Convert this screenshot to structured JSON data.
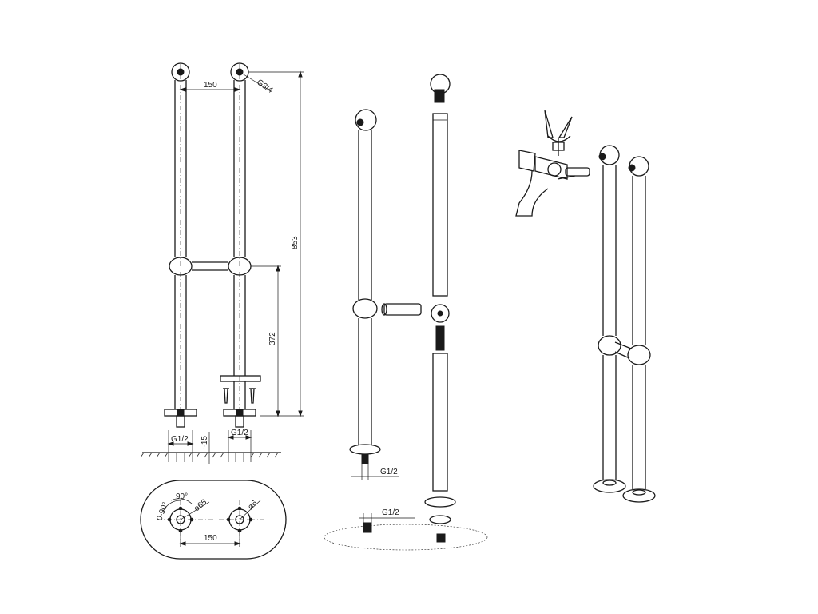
{
  "dimensions": {
    "pipe_spacing_top": "150",
    "thread_top": "G3/4",
    "total_height": "853",
    "mid_height": "372",
    "thread_left": "G1/2",
    "thread_right": "G1/2",
    "recess": "~15",
    "angle_0_90": "0-90°",
    "angle_90": "90°",
    "hole_dia": "ø65",
    "small_hole": "ø6",
    "plate_spacing": "150",
    "thread_mid_view": "G1/2",
    "thread_mid_plate": "G1/2"
  }
}
